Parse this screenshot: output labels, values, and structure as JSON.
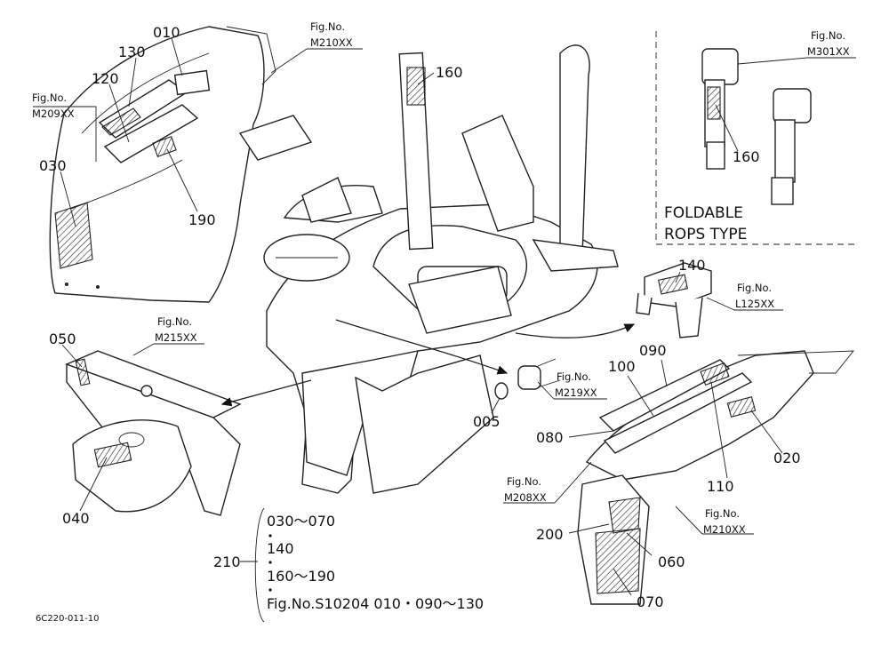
{
  "figure": {
    "parts": {
      "p010": "010",
      "p120": "120",
      "p130": "130",
      "p030": "030",
      "p190": "190",
      "p160_main": "160",
      "p160_rops": "160",
      "p140": "140",
      "p050": "050",
      "p040": "040",
      "p005": "005",
      "p100": "100",
      "p090": "090",
      "p080": "080",
      "p110": "110",
      "p020": "020",
      "p200": "200",
      "p060": "060",
      "p070": "070"
    },
    "fig_refs": {
      "m209": {
        "label": "Fig.No.",
        "code": "M209XX"
      },
      "m210_top": {
        "label": "Fig.No.",
        "code": "M210XX"
      },
      "m301": {
        "label": "Fig.No.",
        "code": "M301XX"
      },
      "l125": {
        "label": "Fig.No.",
        "code": "L125XX"
      },
      "m215": {
        "label": "Fig.No.",
        "code": "M215XX"
      },
      "m219": {
        "label": "Fig.No.",
        "code": "M219XX"
      },
      "m208": {
        "label": "Fig.No.",
        "code": "M208XX"
      },
      "m210_bottom": {
        "label": "Fig.No.",
        "code": "M210XX"
      }
    },
    "rops_box": {
      "line1": "FOLDABLE",
      "line2": "ROPS TYPE"
    },
    "kit": {
      "number": "210",
      "line1": "030～070",
      "line2": "140",
      "line3": "160～190",
      "line4": "Fig.No.S10204  010・090～130"
    },
    "code": "6C220-011-10"
  }
}
